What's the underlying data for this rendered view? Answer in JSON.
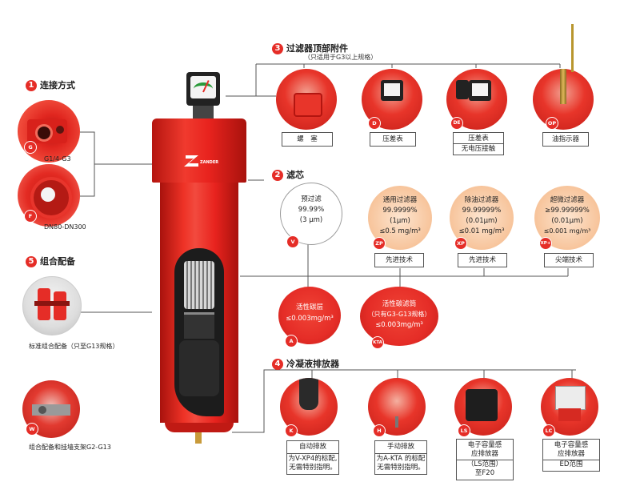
{
  "section1": {
    "num": "1",
    "title": "连接方式"
  },
  "conn_g": {
    "badge": "G",
    "label": "G1/4-G3"
  },
  "conn_f": {
    "badge": "F",
    "label": "DN80-DN300"
  },
  "section5": {
    "num": "5",
    "title": "组合配备"
  },
  "combo1": {
    "label": "标准组合配备（只至G13规格）"
  },
  "combo2": {
    "badge": "W",
    "label": "组合配备和挂墙支架G2-G13"
  },
  "section3": {
    "num": "3",
    "title": "过滤器顶部附件",
    "subtitle": "（只适用于G3以上规格）"
  },
  "accessories": [
    {
      "badge": "",
      "label": "螺　塞"
    },
    {
      "badge": "D",
      "label": "压差表"
    },
    {
      "badge": "DE",
      "label": "压差表",
      "label2": "无电压接触"
    },
    {
      "badge": "OP",
      "label": "油指示器"
    }
  ],
  "section2": {
    "num": "2",
    "title": "滤芯"
  },
  "elements_row1": [
    {
      "badge": "V",
      "l1": "预过滤",
      "l2": "99.99%",
      "l3": "(3 μm)",
      "tag": ""
    },
    {
      "badge": "ZP",
      "l1": "通用过滤器",
      "l2": "99.9999%",
      "l3": "(1μm)",
      "l4": "≤0.5 mg/m³",
      "tag": "先进技术"
    },
    {
      "badge": "XP",
      "l1": "除油过滤器",
      "l2": "99.99999%",
      "l3": "(0.01μm)",
      "l4": "≤0.01 mg/m³",
      "tag": "先进技术"
    },
    {
      "badge": "XP+",
      "l1": "超微过滤器",
      "l2": "≥99.99999%",
      "l3": "(0.01μm)",
      "l4": "≤0.001 mg/m³",
      "tag": "尖端技术"
    }
  ],
  "elements_row2": [
    {
      "badge": "A",
      "l1": "活性碳层",
      "l2": "≤0.003mg/m³"
    },
    {
      "badge": "KTA",
      "l1": "活性碳滤筒",
      "l2": "（只有G3-G13规格）",
      "l3": "≤0.003mg/m³"
    }
  ],
  "section4": {
    "num": "4",
    "title": "冷凝液排放器"
  },
  "drains": [
    {
      "badge": "K",
      "label": "自动排放",
      "note1": "为V-XP4的标配,",
      "note2": "无需特别指明。"
    },
    {
      "badge": "H",
      "label": "手动排放",
      "note1": "为A-KTA 的标配",
      "note2": "无需特别指明。"
    },
    {
      "badge": "LS",
      "label": "电子容量感",
      "label2": "应排放器",
      "note1": "（LS范围）",
      "note2": "至F20"
    },
    {
      "badge": "LC",
      "label": "电子容量感",
      "label2": "应排放器",
      "note1": "ED范围"
    }
  ],
  "gauge": {
    "brand": "ZANDER"
  },
  "colors": {
    "accent": "#e52d27",
    "body": "#e8231e"
  }
}
